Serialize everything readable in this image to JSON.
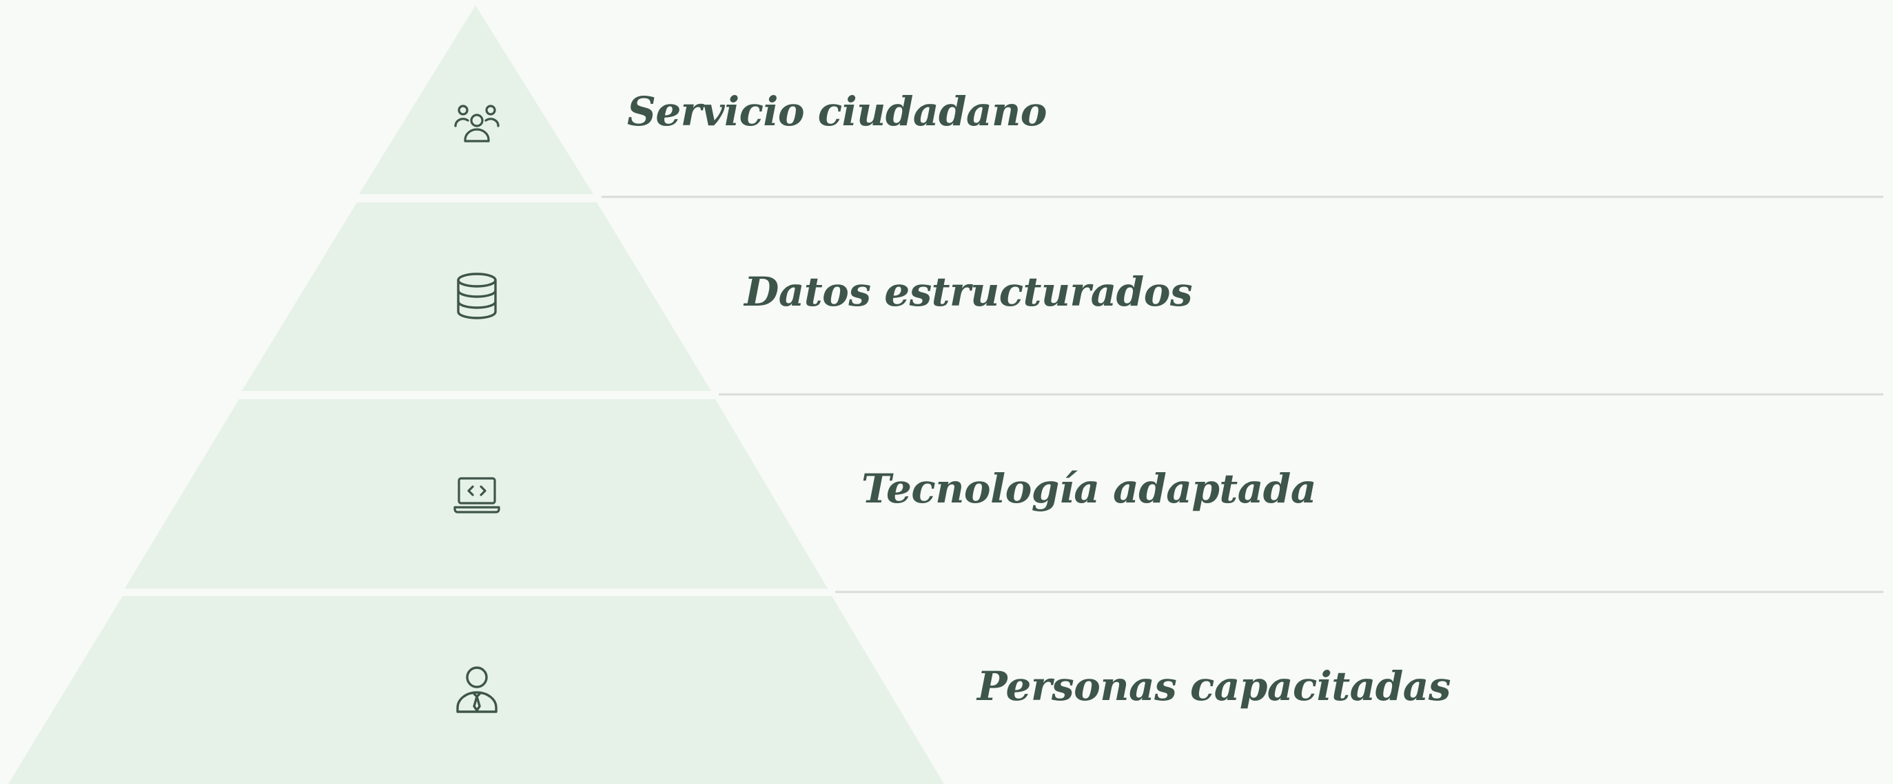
{
  "diagram": {
    "levels": [
      {
        "label": "Servicio ciudadano",
        "icon": "people-group-icon"
      },
      {
        "label": "Datos estructurados",
        "icon": "database-icon"
      },
      {
        "label": "Tecnología adaptada",
        "icon": "laptop-code-icon"
      },
      {
        "label": "Personas capacitadas",
        "icon": "person-tie-icon"
      }
    ],
    "colors": {
      "background": "#f7faf7",
      "tier_fill": "#e6f1e7",
      "text": "#3e5549",
      "divider": "#d8dcd9"
    }
  }
}
